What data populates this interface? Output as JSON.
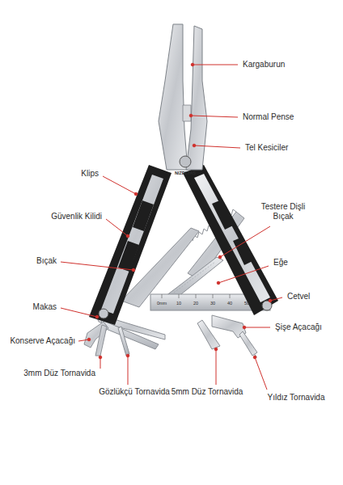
{
  "diagram": {
    "labels": [
      "Kargaburun",
      "Normal Pense",
      "Tel Kesiciler",
      "NIZELTAS",
      "Klips",
      "Testere Dişli Bıçak",
      "Güvenlik Kilidi",
      "Bıçak",
      "Eğe",
      "Cetvel",
      "0mm",
      "10",
      "20",
      "30",
      "40",
      "50",
      "Makas",
      "Şişe Açacağı",
      "Konserve Açacağı",
      "3mm Düz Tornavida",
      "Gözlükçü Tornavida",
      "5mm Düz Tornavida",
      "Yıldız Tornavida"
    ]
  }
}
